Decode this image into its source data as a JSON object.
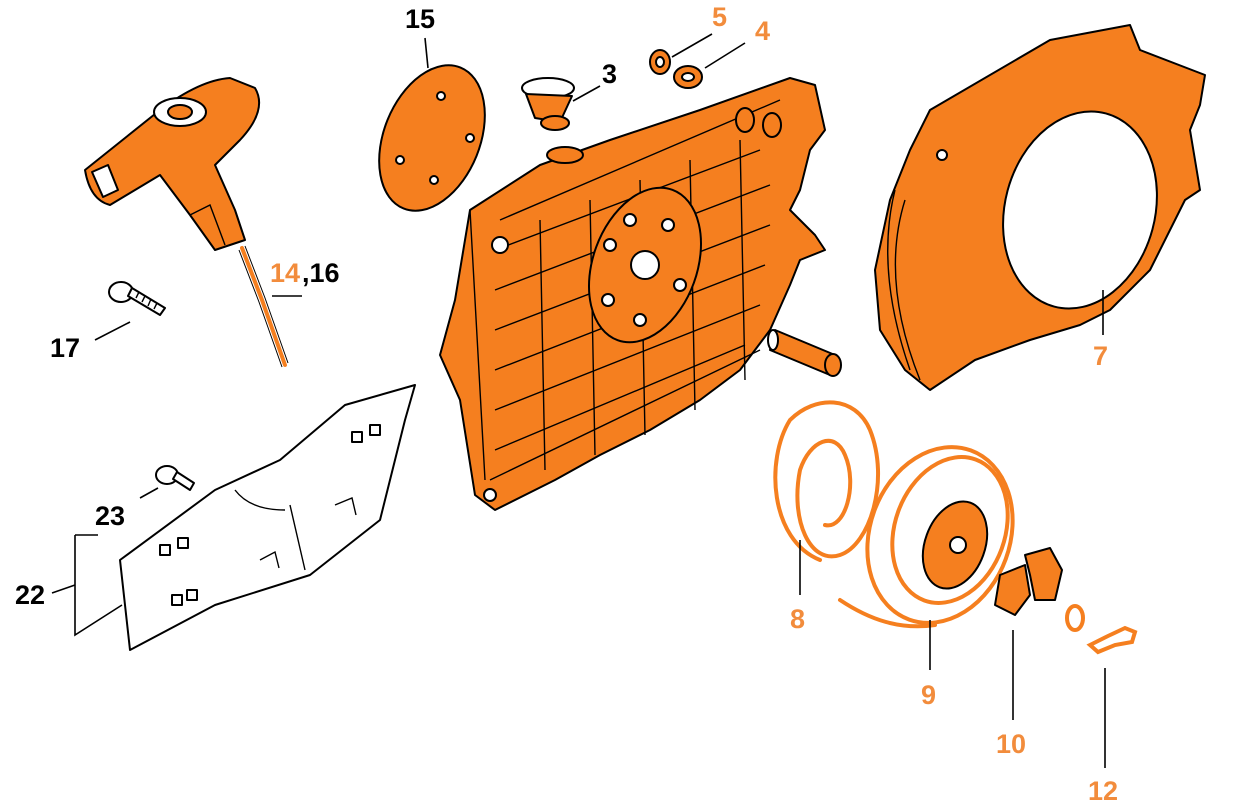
{
  "colors": {
    "part_orange": "#f57f1f",
    "label_orange": "#f28c3c",
    "label_black": "#000000"
  },
  "labels": {
    "l3": "3",
    "l4": "4",
    "l5": "5",
    "l7": "7",
    "l8": "8",
    "l9": "9",
    "l10": "10",
    "l12": "12",
    "l14": "14",
    "l16": ",16",
    "l15": "15",
    "l17": "17",
    "l22": "22",
    "l23": "23"
  }
}
